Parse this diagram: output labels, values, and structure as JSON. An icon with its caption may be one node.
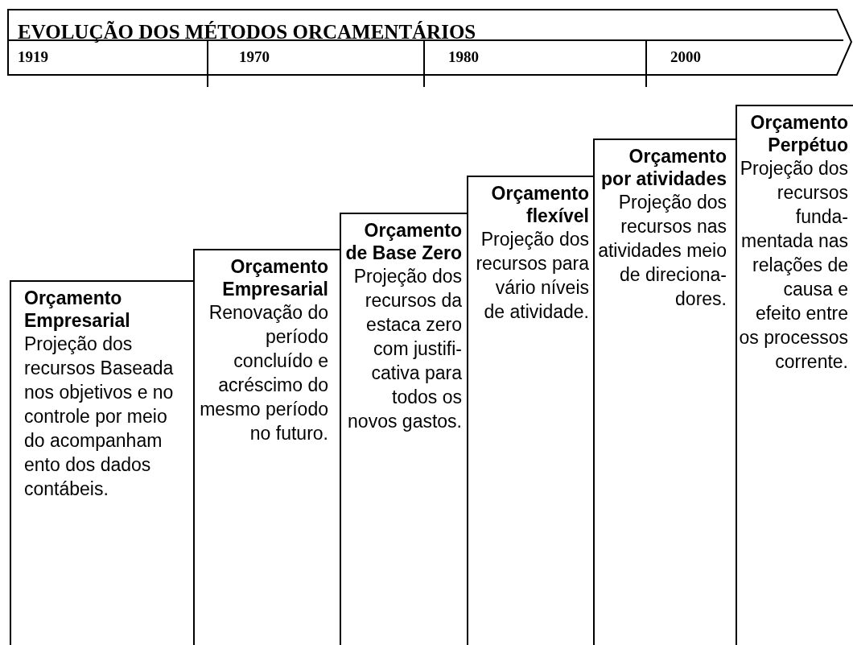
{
  "diagram": {
    "title": "EVOLUÇÃO DOS MÉTODOS ORCAMENTÁRIOS",
    "nodes": [
      {
        "text": [
          "Orçamento Empresarial",
          "Projeção dos recursos Baseada nos objetivos e no controle por meio do acompanham ento dos dados contábeis."
        ]
      },
      {
        "text": [
          "Orçamento Empresarial",
          "Renovação do período concluído e acréscimo do mesmo período no futuro."
        ]
      },
      {
        "text": [
          "Orçamento de Base Zero",
          "Projeção dos recursos da estaca zero com justifi- cativa para todos os novos gastos."
        ]
      },
      {
        "text": [
          "Orçamento flexível",
          "Projeção dos recursos para vário níveis de atividade."
        ]
      },
      {
        "text": [
          "Orçamento por atividades",
          "Projeção dos recursos nas atividades meio de direciona- dores."
        ]
      },
      {
        "text": [
          "Orçamento Perpétuo",
          "Projeção dos recursos funda- mentada nas relações de causa e efeito entre os processos corrente."
        ]
      }
    ],
    "labels": [
      "1919",
      "1970",
      "1980",
      "2000"
    ]
  }
}
